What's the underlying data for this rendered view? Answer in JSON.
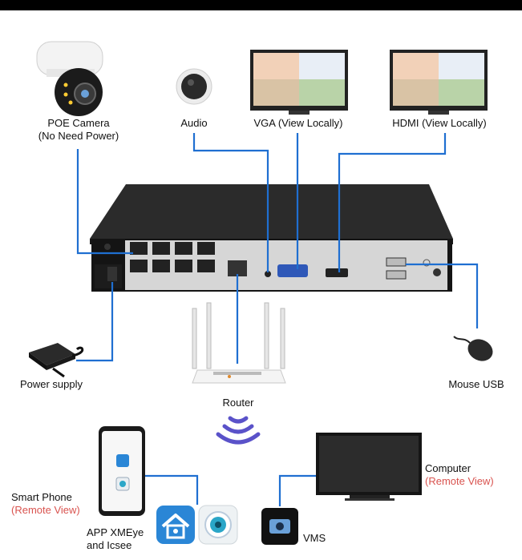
{
  "colors": {
    "wire": "#1f6fd1",
    "accent_red": "#d9534f",
    "nvr_body": "#2a2a2a",
    "nvr_face": "#d8d8d8"
  },
  "labels": {
    "poe_camera_line1": "POE Camera",
    "poe_camera_line2": "(No Need Power)",
    "audio": "Audio",
    "vga": "VGA (View Locally)",
    "hdmi": "HDMI (View Locally)",
    "power_supply": "Power supply",
    "mouse_usb": "Mouse USB",
    "router": "Router",
    "smart_phone_line1": "Smart Phone",
    "smart_phone_line2": "(Remote View)",
    "app_line1": "APP XMEye",
    "app_line2": "and Icsee",
    "computer_line1": "Computer",
    "computer_line2": "(Remote View)",
    "vms": "VMS"
  },
  "icons": {
    "camera": "ptz-camera-icon",
    "audio": "speaker-icon",
    "monitor": "monitor-icon",
    "power": "power-adapter-icon",
    "mouse": "mouse-icon",
    "router": "router-icon",
    "wifi": "wifi-icon",
    "phone": "smartphone-icon",
    "app_house": "home-app-icon",
    "app_eye": "camera-app-icon",
    "vms": "vms-icon",
    "tv": "computer-monitor-icon"
  }
}
